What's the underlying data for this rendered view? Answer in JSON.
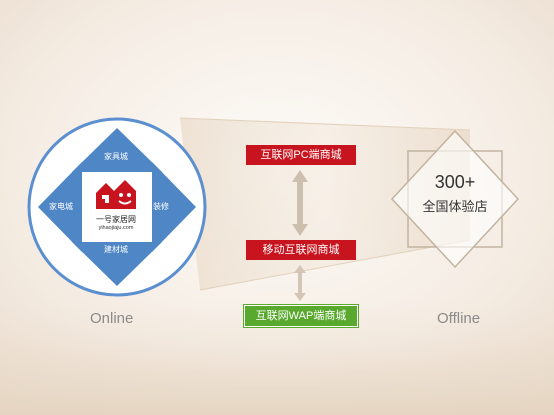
{
  "online": {
    "caption": "Online",
    "logo": {
      "name": "一号家居网",
      "url": "yihaojiaju.com"
    },
    "categories": {
      "top": "家具城",
      "left": "家电城",
      "right": "装修",
      "bottom": "建材城"
    }
  },
  "channels": {
    "pc": "互联网PC端商城",
    "mobile": "移动互联网商城",
    "wap": "互联网WAP端商城"
  },
  "offline": {
    "caption": "Offline",
    "store_count": "300+",
    "store_name": "全国体验店"
  },
  "colors": {
    "circle_border": "#5b8fd0",
    "diamond_fill": "#4f86c6",
    "channel_red": "#c8141e",
    "channel_green": "#58a92e",
    "logo_red": "#c8141e",
    "offline_frame": "#c2b4a0"
  }
}
